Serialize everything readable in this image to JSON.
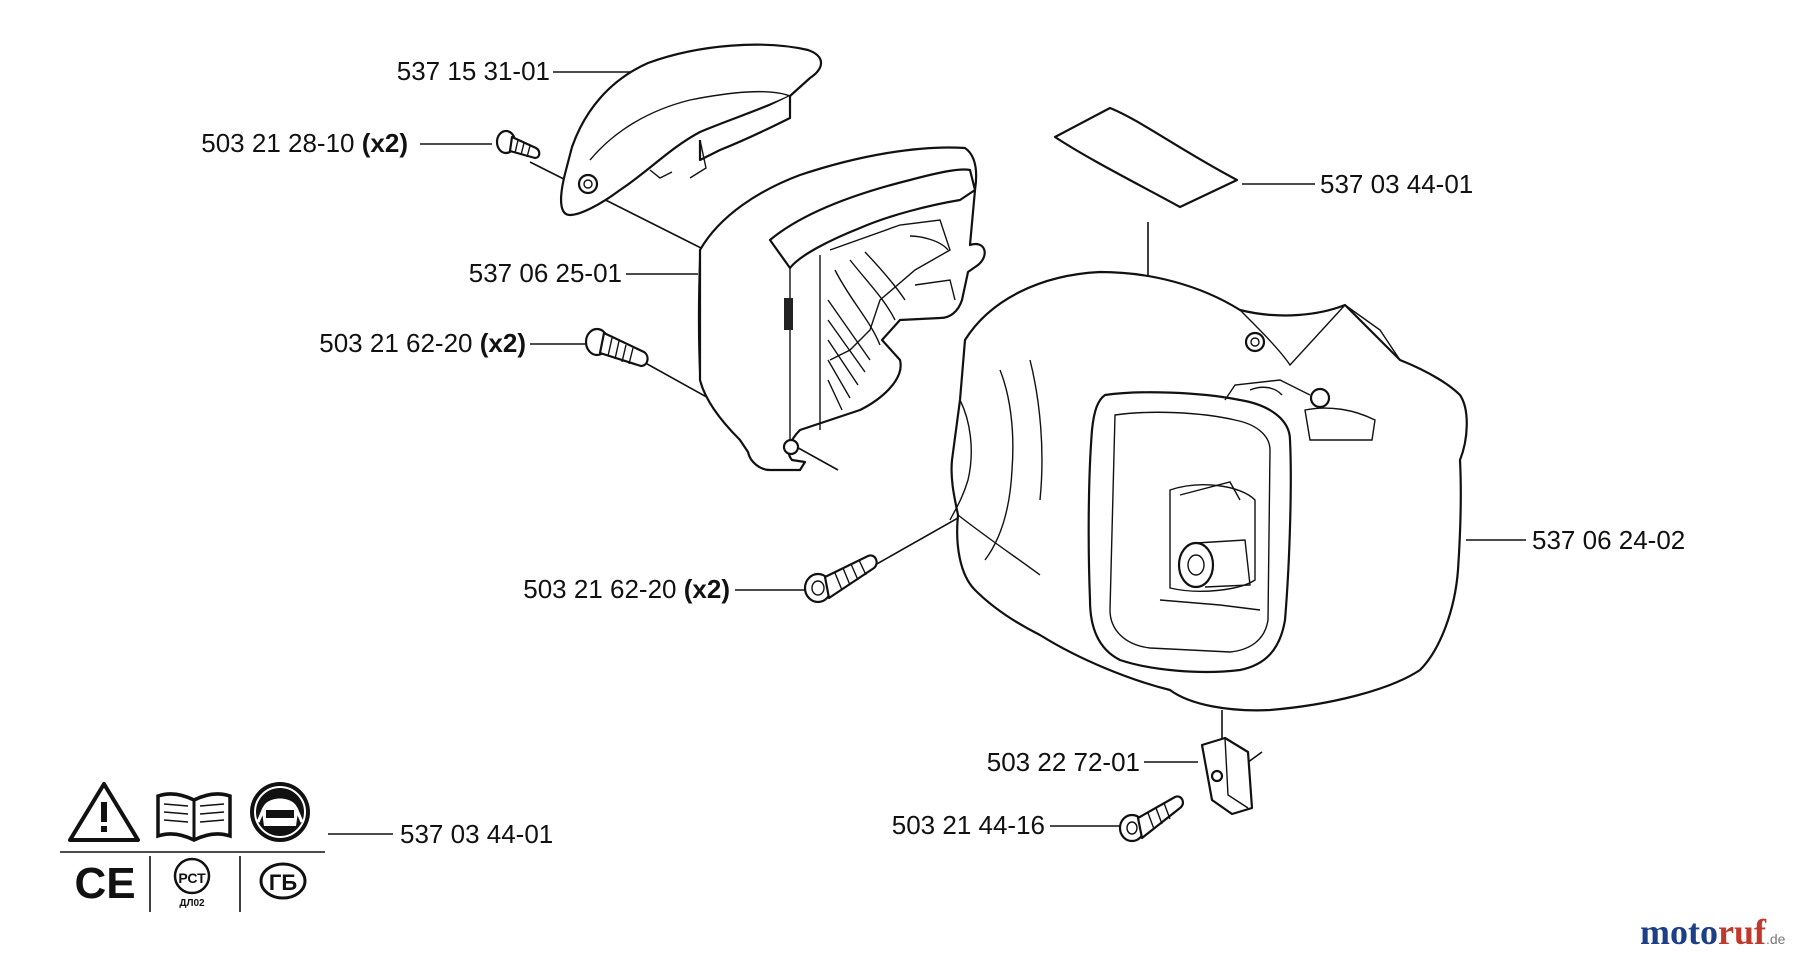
{
  "labels": [
    {
      "id": "top-cover",
      "part": "537 15 31-01",
      "qty": ""
    },
    {
      "id": "cover-screw",
      "part": "503 21 28-10",
      "qty": "(x2)"
    },
    {
      "id": "air-filter-housing",
      "part": "537 06 25-01",
      "qty": ""
    },
    {
      "id": "housing-screw",
      "part": "503 21 62-20",
      "qty": "(x2)"
    },
    {
      "id": "decal",
      "part": "537 03 44-01",
      "qty": ""
    },
    {
      "id": "cylinder-cover",
      "part": "537 06 24-02",
      "qty": ""
    },
    {
      "id": "cylinder-cover-screw",
      "part": "503 21 62-20",
      "qty": "(x2)"
    },
    {
      "id": "clip",
      "part": "503 22 72-01",
      "qty": ""
    },
    {
      "id": "clip-screw",
      "part": "503 21 44-16",
      "qty": ""
    },
    {
      "id": "symbols-decal",
      "part": "537 03 44-01",
      "qty": ""
    }
  ],
  "symbols": {
    "warning_icon": "warning-triangle-icon",
    "manual_icon": "open-book-icon",
    "protection_icon": "head-protection-icon",
    "ce_mark": "CE",
    "gost_mark": "РСТ",
    "gost_code": "ДЛ02",
    "gb_mark": "ГБ"
  },
  "watermark": {
    "part1": "moto",
    "part2": "ruf",
    "suffix": ".de"
  },
  "colors": {
    "line": "#111111",
    "brand_blue": "#1c3f88",
    "brand_red": "#c0392b"
  }
}
